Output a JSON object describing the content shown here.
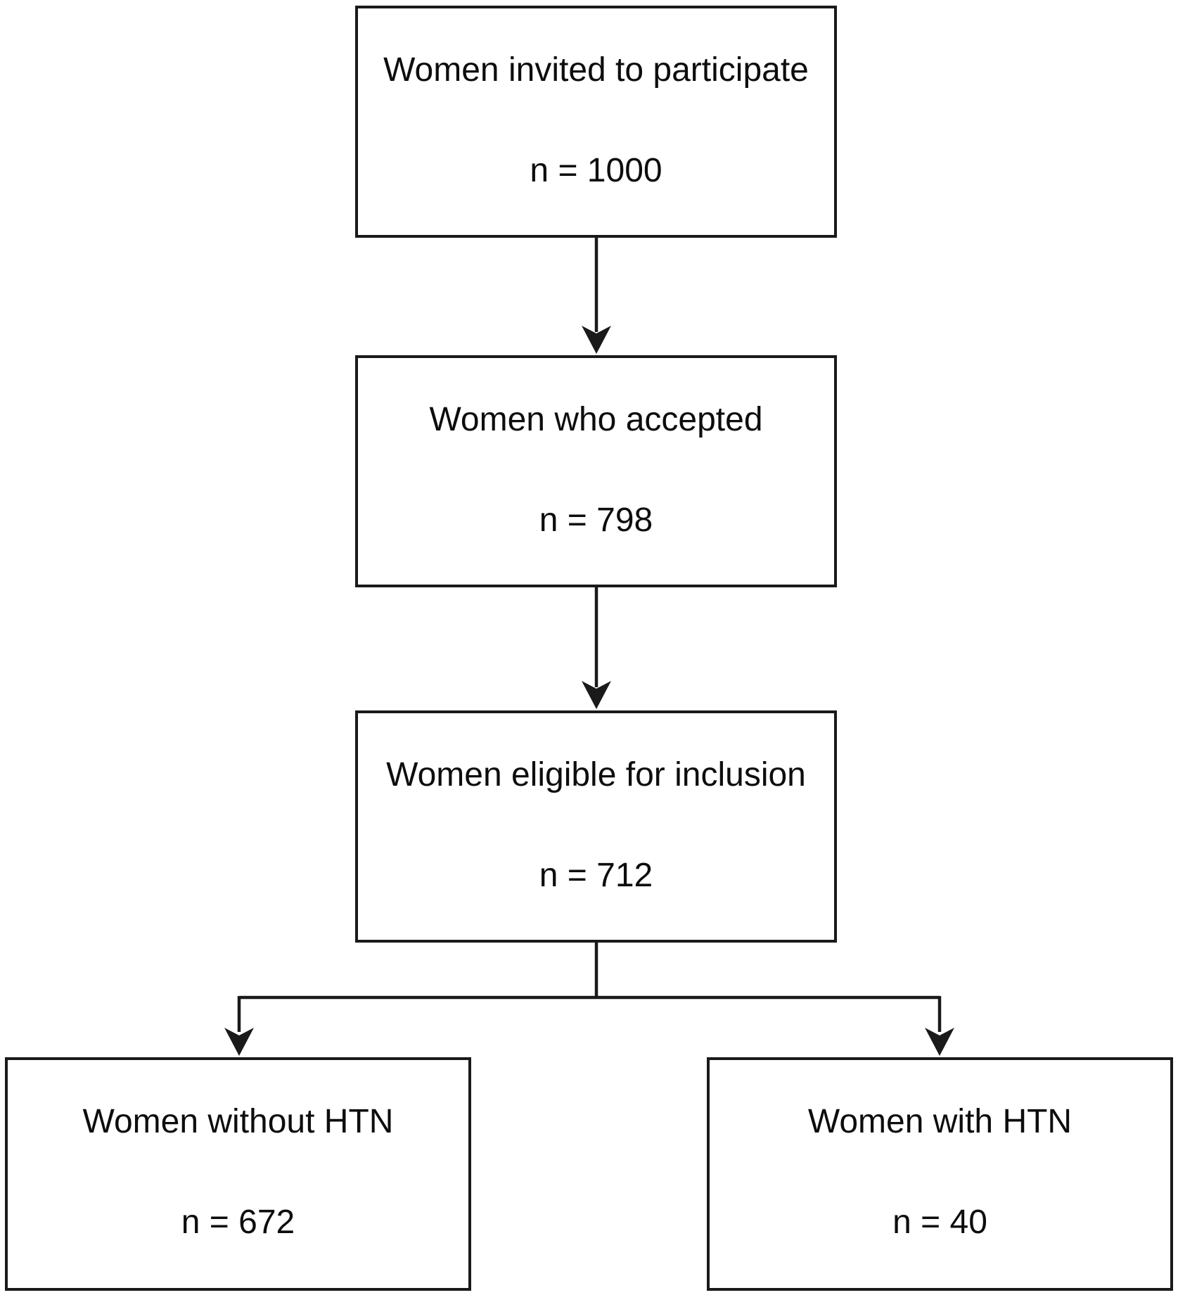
{
  "diagram": {
    "type": "flowchart",
    "colors": {
      "background": "#ffffff",
      "box_fill": "#ffffff",
      "box_border": "#1a1a1a",
      "connector": "#1a1a1a",
      "text": "#0d0d0d"
    },
    "nodes": [
      {
        "id": "invited",
        "label": "Women invited to participate",
        "count": "n = 1000"
      },
      {
        "id": "accepted",
        "label": "Women who accepted",
        "count": "n = 798"
      },
      {
        "id": "eligible",
        "label": "Women eligible for inclusion",
        "count": "n = 712"
      },
      {
        "id": "without_htn",
        "label": "Women without HTN",
        "count": "n = 672"
      },
      {
        "id": "with_htn",
        "label": "Women with HTN",
        "count": "n = 40"
      }
    ],
    "edges": [
      {
        "from": "invited",
        "to": "accepted"
      },
      {
        "from": "accepted",
        "to": "eligible"
      },
      {
        "from": "eligible",
        "to": "without_htn"
      },
      {
        "from": "eligible",
        "to": "with_htn"
      }
    ]
  }
}
